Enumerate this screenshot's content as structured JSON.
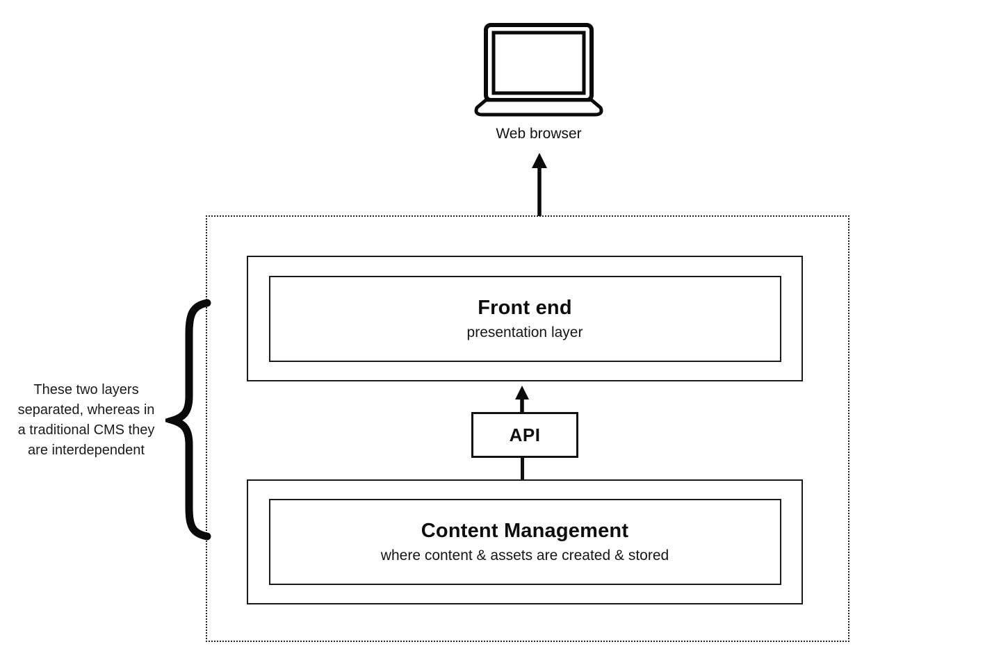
{
  "page": {
    "background": "#ffffff",
    "ink": "#111111",
    "border_color": "#1a1a1a"
  },
  "diagram": {
    "browser": {
      "label": "Web browser",
      "icon": "laptop-icon"
    },
    "container": {
      "name": "headless-cms-boundary",
      "border_style": "dotted"
    },
    "front_end": {
      "title": "Front end",
      "subtitle": "presentation layer"
    },
    "api": {
      "label": "API"
    },
    "content_management": {
      "title": "Content Management",
      "subtitle": "where content & assets are created & stored"
    },
    "annotation": {
      "icon": "curly-brace-icon",
      "lines": [
        "These two layers",
        "separated, whereas in",
        "a traditional CMS they",
        "are interdependent"
      ]
    },
    "connectors": [
      {
        "name": "container-to-browser",
        "type": "arrow-up"
      },
      {
        "name": "api-to-frontend",
        "type": "arrow-up"
      },
      {
        "name": "cms-to-api",
        "type": "line"
      }
    ]
  }
}
